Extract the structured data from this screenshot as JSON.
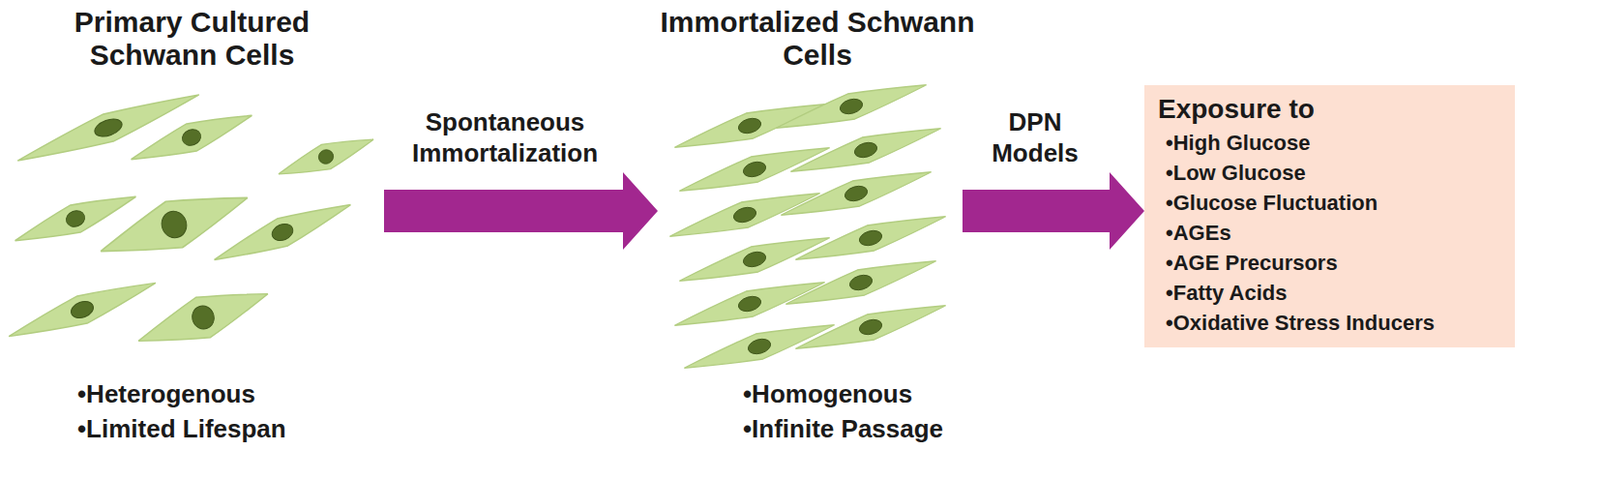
{
  "diagram": {
    "nodes": [
      {
        "text": [
          "Primary Cultured Schwann Cells",
          "•Heterogenous",
          "•Limited Lifespan"
        ]
      },
      {
        "text": [
          "Immortalized Schwann Cells",
          "•Homogenous",
          "•Infinite Passage"
        ]
      },
      {
        "text": [
          "Exposure to",
          "•High Glucose",
          "•Low Glucose",
          "•Glucose Fluctuation",
          "•AGEs",
          "•AGE Precursors",
          "•Fatty Acids",
          "•Oxidative Stress Inducers"
        ]
      }
    ],
    "edges": [
      {
        "from": 0,
        "to": 1,
        "label": "Spontaneous Immortalization",
        "arrow": "to"
      },
      {
        "from": 1,
        "to": 2,
        "label": "DPN Models",
        "arrow": "to"
      }
    ]
  }
}
